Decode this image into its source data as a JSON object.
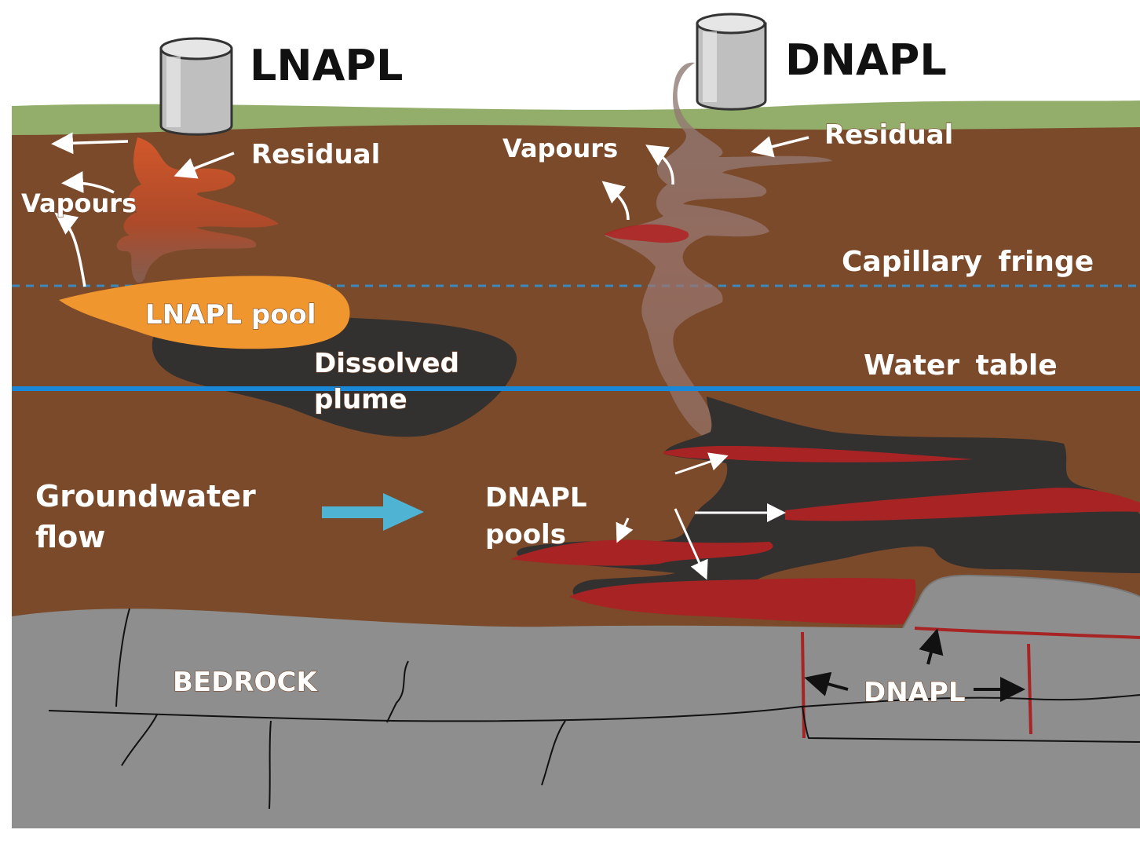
{
  "labels": {
    "lnapl_title": "LNAPL",
    "dnapl_title": "DNAPL",
    "residual_left": "Residual",
    "residual_right": "Residual",
    "vapours_left": "Vapours",
    "vapours_right": "Vapours",
    "capillary_fringe": "Capillary fringe",
    "lnapl_pool": "LNAPL pool",
    "dissolved_1": "Dissolved",
    "dissolved_2": "plume",
    "water_table": "Water table",
    "groundwater_1": "Groundwater",
    "groundwater_2": "flow",
    "dnapl_pools_1": "DNAPL",
    "dnapl_pools_2": "pools",
    "bedrock": "BEDROCK",
    "dnapl_bedrock": "DNAPL"
  },
  "colors": {
    "soil": "#7a4a2a",
    "grass": "#93ad6a",
    "bedrock": "#8e8e8e",
    "lnapl": "#f0962e",
    "plume": "#333030",
    "dnapl": "#a82424",
    "water_table": "#1a88d8",
    "flow_arrow": "#4fb3d4"
  }
}
